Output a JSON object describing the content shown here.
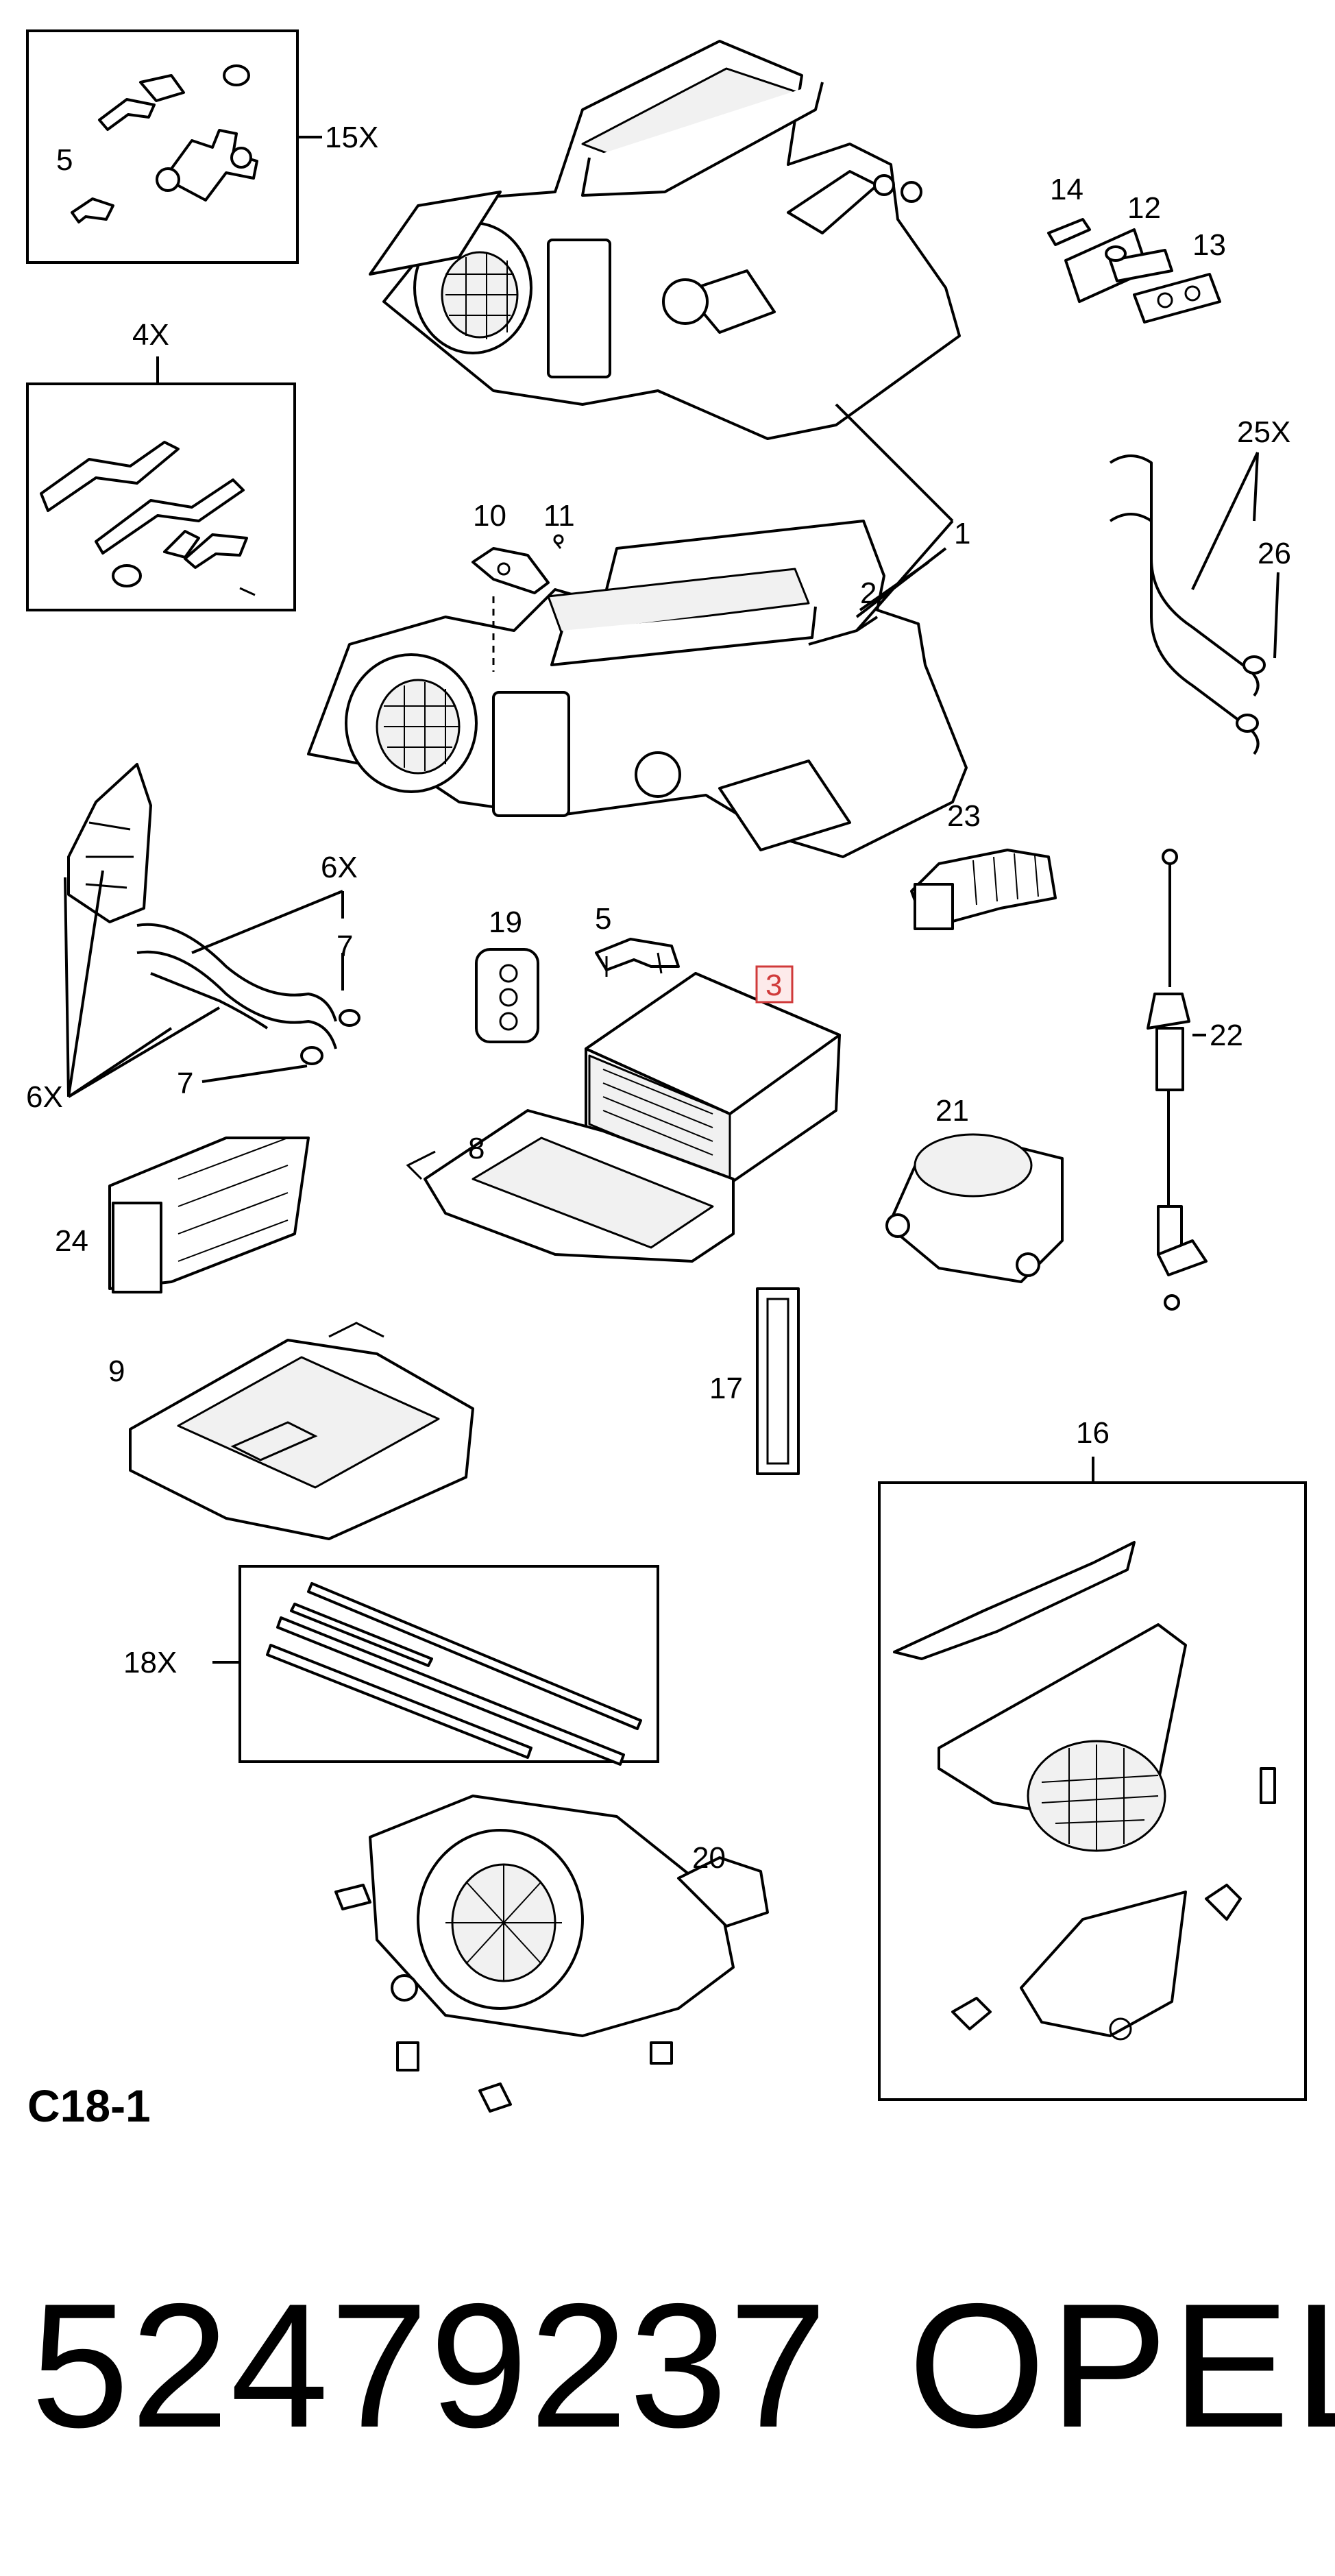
{
  "callouts": {
    "c1": "1",
    "c2": "2",
    "c3": "3",
    "c4x": "4X",
    "c5a": "5",
    "c5b": "5",
    "c6x_a": "6X",
    "c6x_b": "6X",
    "c7a": "7",
    "c7b": "7",
    "c8": "8",
    "c9": "9",
    "c10": "10",
    "c11": "11",
    "c12": "12",
    "c13": "13",
    "c14": "14",
    "c15x": "15X",
    "c16": "16",
    "c17": "17",
    "c18x": "18X",
    "c19": "19",
    "c20": "20",
    "c21": "21",
    "c22": "22",
    "c23": "23",
    "c24": "24",
    "c25x": "25X",
    "c26": "26"
  },
  "highlighted_callout": "3",
  "sheet_label": "C18-1",
  "part_number": "52479237",
  "brand": "OPEL",
  "colors": {
    "line": "#000000",
    "highlight": "#d03a3a",
    "highlight_fill": "#fdeaea"
  }
}
